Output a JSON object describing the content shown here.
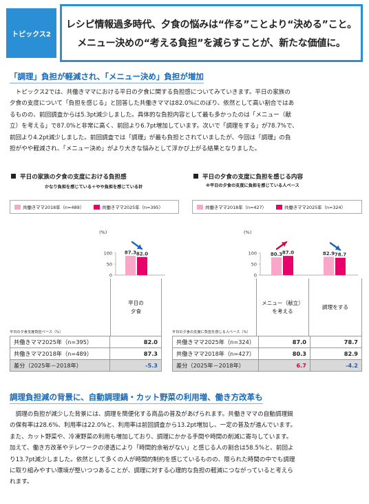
{
  "header": {
    "topic_tag": "トピックス2",
    "headline_line1": "レシピ情報過多時代、夕食の悩みは“作る”ことより“決める”こと。",
    "headline_line2": "メニュー決めの“考える負担”を減らすことが、新たな価値に。"
  },
  "section1": {
    "heading": "「調理」負担が軽減され、「メニュー決め」負担が増加",
    "lines": [
      "　トピックス2では、共働きママにおける平日の夕食に関する負担感についてみていきます。平日の家族の",
      "夕食の支度について「負担を感じる」と回答した共働きママは82.0%にのぼり、依然として高い割合ではあ",
      "るものの、前回調査からは5.3pt減少しました。具体的な負担内容として最も多かったのは「メニュー（献",
      "立）を考える」で87.0%と非常に高く、前回より6.7pt増加しています。次いで「調理をする」が78.7%で、",
      "前回より4.2pt減少しました。前回調査では「調理」が最も負担とされていましたが、今回は「調理」の負",
      "担がやや軽減され、「メニュー決め」がより大きな悩みとして浮かび上がる結果となりました。"
    ]
  },
  "legend": {
    "left_2018": "共働きママ2018年（n=489）",
    "left_2025": "共働きママ2025年（n=395）",
    "right_2018": "共働きママ2018年（n=427）",
    "right_2025": "共働きママ2025年（n=324）"
  },
  "colors": {
    "series_2018": "#f9a6c9",
    "series_2025": "#e8006b",
    "arrow_up": "#e0003a",
    "arrow_down": "#1a5fc0",
    "accent": "#2b8fd6"
  },
  "chart_data": [
    {
      "type": "bar",
      "title": "平日の家族の夕食の支度における負担感",
      "subtitle": "かなり負担を感じている＋やや負担を感じている計",
      "ylabel": "(%)",
      "ylim": [
        0,
        100
      ],
      "yticks": [
        0,
        50,
        100
      ],
      "categories": [
        "平日の\n夕食"
      ],
      "series": [
        {
          "name": "共働きママ2018年（n=489）",
          "values": [
            87.3
          ]
        },
        {
          "name": "共働きママ2025年（n=395）",
          "values": [
            82.0
          ]
        }
      ],
      "trend": [
        "down"
      ],
      "table_note": "平日の夕食支度負担ベース（%）",
      "rows": [
        {
          "label": "共働きママ2025年（n=395）",
          "values": [
            "82.0"
          ]
        },
        {
          "label": "共働きママ2018年（n=489）",
          "values": [
            "87.3"
          ]
        },
        {
          "label": "差分（2025年－2018年）",
          "values": [
            "-5.3"
          ],
          "signs": [
            "neg"
          ]
        }
      ]
    },
    {
      "type": "bar",
      "title": "平日の夕食の支度に負担を感じる内容",
      "subtitle": "※平日の夕食の支度に負担を感じている人ベース",
      "ylabel": "(%)",
      "ylim": [
        0,
        100
      ],
      "yticks": [
        0,
        50,
        100
      ],
      "categories": [
        "メニュー（献立）\nを考える",
        "調理をする"
      ],
      "series": [
        {
          "name": "共働きママ2018年（n=427）",
          "values": [
            80.3,
            82.9
          ]
        },
        {
          "name": "共働きママ2025年（n=324）",
          "values": [
            87.0,
            78.7
          ]
        }
      ],
      "trend": [
        "up",
        "down"
      ],
      "table_note": "平日の夕食の支度に負担を感じる人ベース（%）",
      "rows": [
        {
          "label": "共働きママ2025年（n=324）",
          "values": [
            "87.0",
            "78.7"
          ]
        },
        {
          "label": "共働きママ2018年（n=427）",
          "values": [
            "80.3",
            "82.9"
          ]
        },
        {
          "label": "差分（2025年－2018年）",
          "values": [
            "6.7",
            "-4.2"
          ],
          "signs": [
            "pos",
            "neg"
          ]
        }
      ]
    }
  ],
  "section2": {
    "heading": "調理負担減の背景に、自動調理鍋・カット野菜の利用増、働き方改革も",
    "lines": [
      "　調理の負担が減少した背景には、調理を簡便化する商品の普及があげられます。共働きママの自動調理鍋",
      "の保有率は28.6%、利用率は22.0%と、利用率は前回調査から13.2pt増加し、一定の普及が進んでいます。",
      "また、カット野菜や、冷凍野菜の利用も増加しており、調理にかかる手間や時間の削減に寄与しています。",
      "加えて、働き方改革やテレワークの浸透により「時間的余裕がない」と感じる人の割合は58.5%と、前回よ",
      "り13.7pt減少しました。依然として多くの人が時間的制約を感じているものの、限られた時間の中でも調理",
      "に取り組みやすい環境が整いつつあることが、調理に対する心理的な負担の軽減につながっていると考えら",
      "れます。"
    ]
  }
}
